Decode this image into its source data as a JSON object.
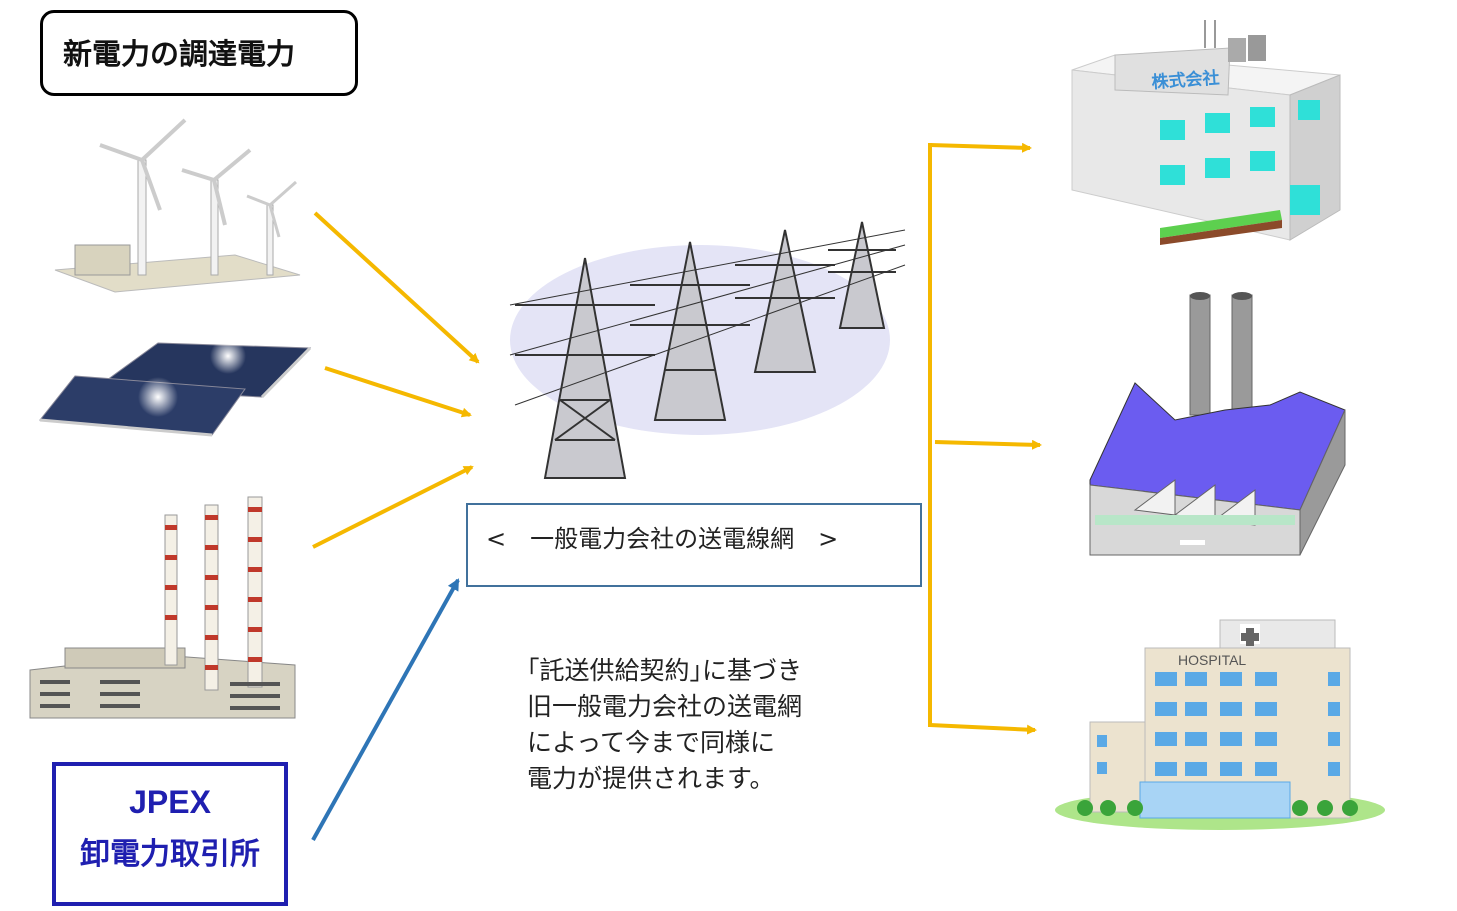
{
  "title": "新電力の調達電力",
  "grid_label": "<　一般電力会社の送電線網　>",
  "contract_lines": [
    "｢託送供給契約｣に基づき",
    "旧一般電力会社の送電網",
    "によって今まで同様に",
    "電力が提供されます。"
  ],
  "jpex": {
    "line1": "JPEX",
    "line2": "卸電力取引所"
  },
  "company_sign": "株式会社",
  "hospital_sign": "HOSPITAL",
  "colors": {
    "arrow_supply": "#f5b800",
    "arrow_jpex": "#2e75b6",
    "jpex_border": "#1f1fb0",
    "factory_roof": "#6b5cf0",
    "window": "#2fe0d8"
  }
}
